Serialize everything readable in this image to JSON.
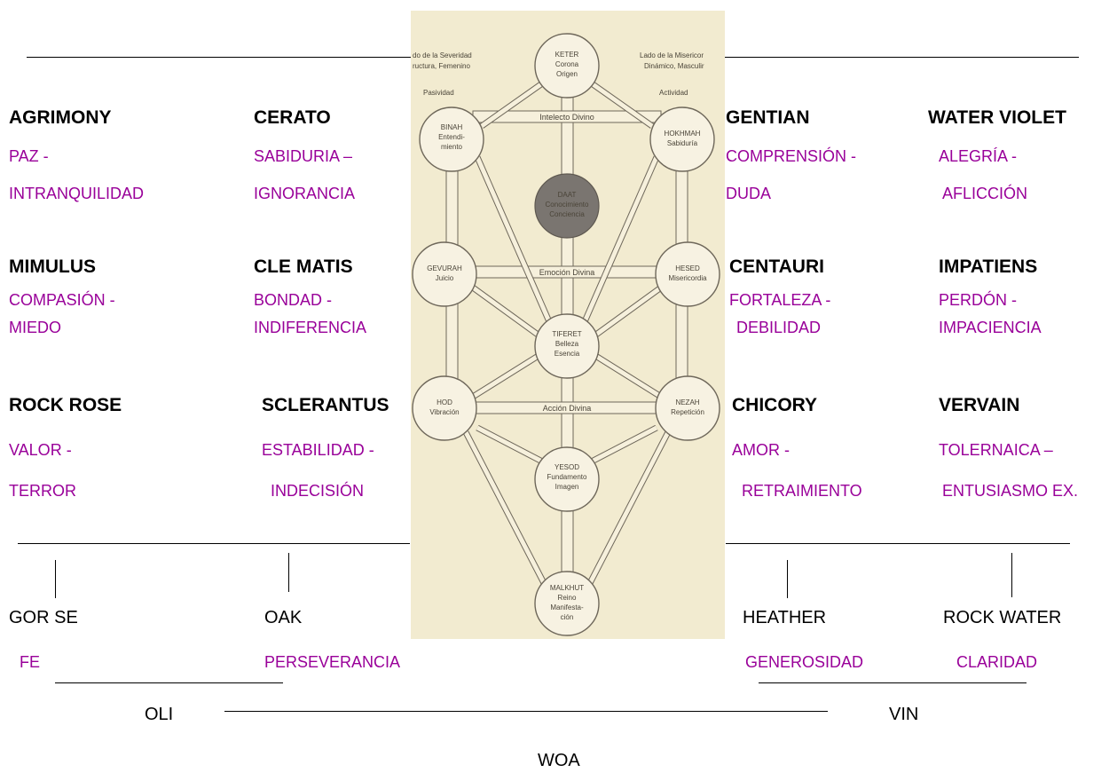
{
  "left_groups": [
    {
      "name": "AGRIMONY",
      "virtue": "PAZ -",
      "defect": "INTRANQUILIDAD"
    },
    {
      "name": "CERATO",
      "virtue": "SABIDURIA –",
      "defect": "IGNORANCIA"
    },
    {
      "name": "MIMULUS",
      "virtue": "COMPASIÓN -",
      "defect": "MIEDO"
    },
    {
      "name": "CLE MATIS",
      "virtue": "BONDAD -",
      "defect": "INDIFERENCIA"
    },
    {
      "name": "ROCK ROSE",
      "virtue": "VALOR -",
      "defect": "TERROR"
    },
    {
      "name": "SCLERANTUS",
      "virtue": "ESTABILIDAD -",
      "defect": "INDECISIÓN"
    }
  ],
  "right_groups": [
    {
      "name": "GENTIAN",
      "virtue": "COMPRENSIÓN -",
      "defect": "DUDA"
    },
    {
      "name": "WATER VIOLET",
      "virtue": "ALEGRÍA -",
      "defect": "AFLICCIÓN"
    },
    {
      "name": "CENTAURI",
      "virtue": "FORTALEZA -",
      "defect": "DEBILIDAD"
    },
    {
      "name": "IMPATIENS",
      "virtue": "PERDÓN -",
      "defect": "IMPACIENCIA"
    },
    {
      "name": "CHICORY",
      "virtue": "AMOR -",
      "defect": "RETRAIMIENTO"
    },
    {
      "name": "VERVAIN",
      "virtue": "TOLERNAICA –",
      "defect": "ENTUSIASMO EX."
    }
  ],
  "bottom_items": [
    {
      "name": "GOR SE",
      "virtue": "FE"
    },
    {
      "name": "OAK",
      "virtue": "PERSEVERANCIA"
    },
    {
      "name": "HEATHER",
      "virtue": "GENEROSIDAD"
    },
    {
      "name": "ROCK WATER",
      "virtue": "CLARIDAD"
    }
  ],
  "group_labels": {
    "left": "OLI",
    "right": "VIN",
    "bottom": "WOA"
  },
  "tree": {
    "left_pillar_caption": [
      "do de la Severidad",
      "ructura, Femenino"
    ],
    "right_pillar_caption": [
      "Lado de la Misericor",
      "Dinámico, Masculir"
    ],
    "left_state": "Pasividad",
    "right_state": "Actividad",
    "sefirot": {
      "keter": [
        "KETER",
        "Corona",
        "Origen"
      ],
      "binah": [
        "BINAH",
        "Entendi-",
        "miento"
      ],
      "hokhmah": [
        "HOKHMAH",
        "Sabiduría"
      ],
      "daat": [
        "DAAT",
        "Conocimiento",
        "Conciencia"
      ],
      "gevurah": [
        "GEVURAH",
        "Juicio"
      ],
      "hesed": [
        "HESED",
        "Misericordia"
      ],
      "tiferet": [
        "TIFERET",
        "Belleza",
        "Esencia"
      ],
      "hod": [
        "HOD",
        "Vibración"
      ],
      "nezah": [
        "NEZAH",
        "Repetición"
      ],
      "yesod": [
        "YESOD",
        "Fundamento",
        "Imagen"
      ],
      "malkhut": [
        "MALKHUT",
        "Reino",
        "Manifesta-",
        "ción"
      ]
    },
    "bars": {
      "upper": "Intelecto Divino",
      "middle": "Emoción Divina",
      "lower": "Acción Divina"
    }
  },
  "colors": {
    "virtue_text": "#990099",
    "tree_background": "#f2ebd0",
    "daat_fill": "#7a7570"
  }
}
